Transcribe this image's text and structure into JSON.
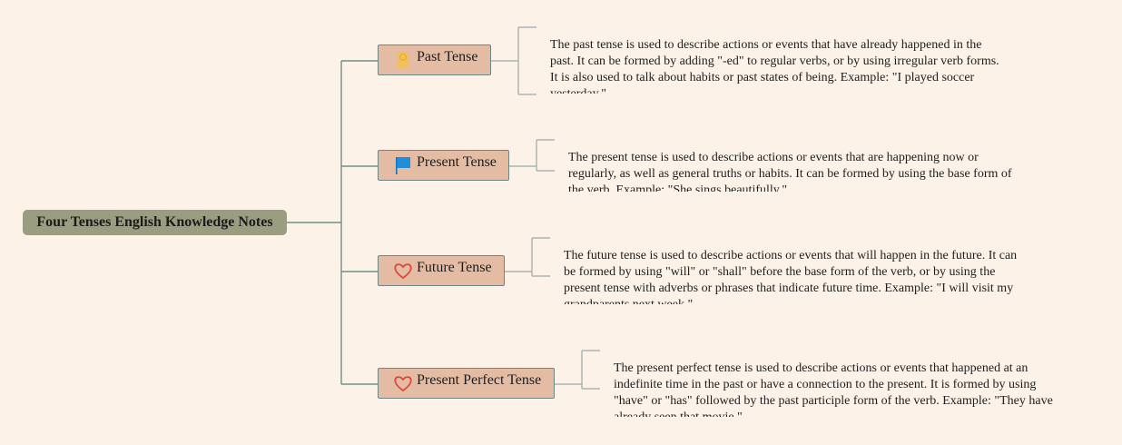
{
  "mindmap": {
    "root": {
      "label": "Four Tenses English Knowledge Notes"
    },
    "branches": [
      {
        "label": "Past Tense",
        "icon": "award-ribbon-icon",
        "note": "The past tense is used to describe actions or events that have already happened in the past. It can be formed by adding \"-ed\" to regular verbs, or by using irregular verb forms. It is also used to talk about habits or past states of being. Example: \"I played soccer yesterday.\""
      },
      {
        "label": "Present Tense",
        "icon": "blue-flag-icon",
        "note": "The present tense is used to describe actions or events that are happening now or regularly, as well as general truths or habits. It can be formed by using the base form of the verb. Example: \"She sings beautifully.\""
      },
      {
        "label": "Future Tense",
        "icon": "heart-outline-icon",
        "note": "The future tense is used to describe actions or events that will happen in the future. It can be formed by using \"will\" or \"shall\" before the base form of the verb, or by using the present tense with adverbs or phrases that indicate future time. Example: \"I will visit my grandparents next week.\""
      },
      {
        "label": "Present Perfect Tense",
        "icon": "heart-outline-icon",
        "note": "The present perfect tense is used to describe actions or events that happened at an indefinite time in the past or have a connection to the present. It is formed by using \"have\" or \"has\" followed by the past participle form of the verb. Example: \"They have already seen that movie.\""
      }
    ],
    "colors": {
      "background": "#fdf2e8",
      "root_fill": "#9a9d80",
      "branch_fill": "#e4bba3",
      "branch_border": "#6f8584",
      "connector": "#6f8f8b",
      "note_bracket": "#9aa9a7",
      "flag_blue": "#1f8fd9",
      "ribbon_gold": "#f2c14e",
      "heart_red": "#e0443a"
    }
  }
}
